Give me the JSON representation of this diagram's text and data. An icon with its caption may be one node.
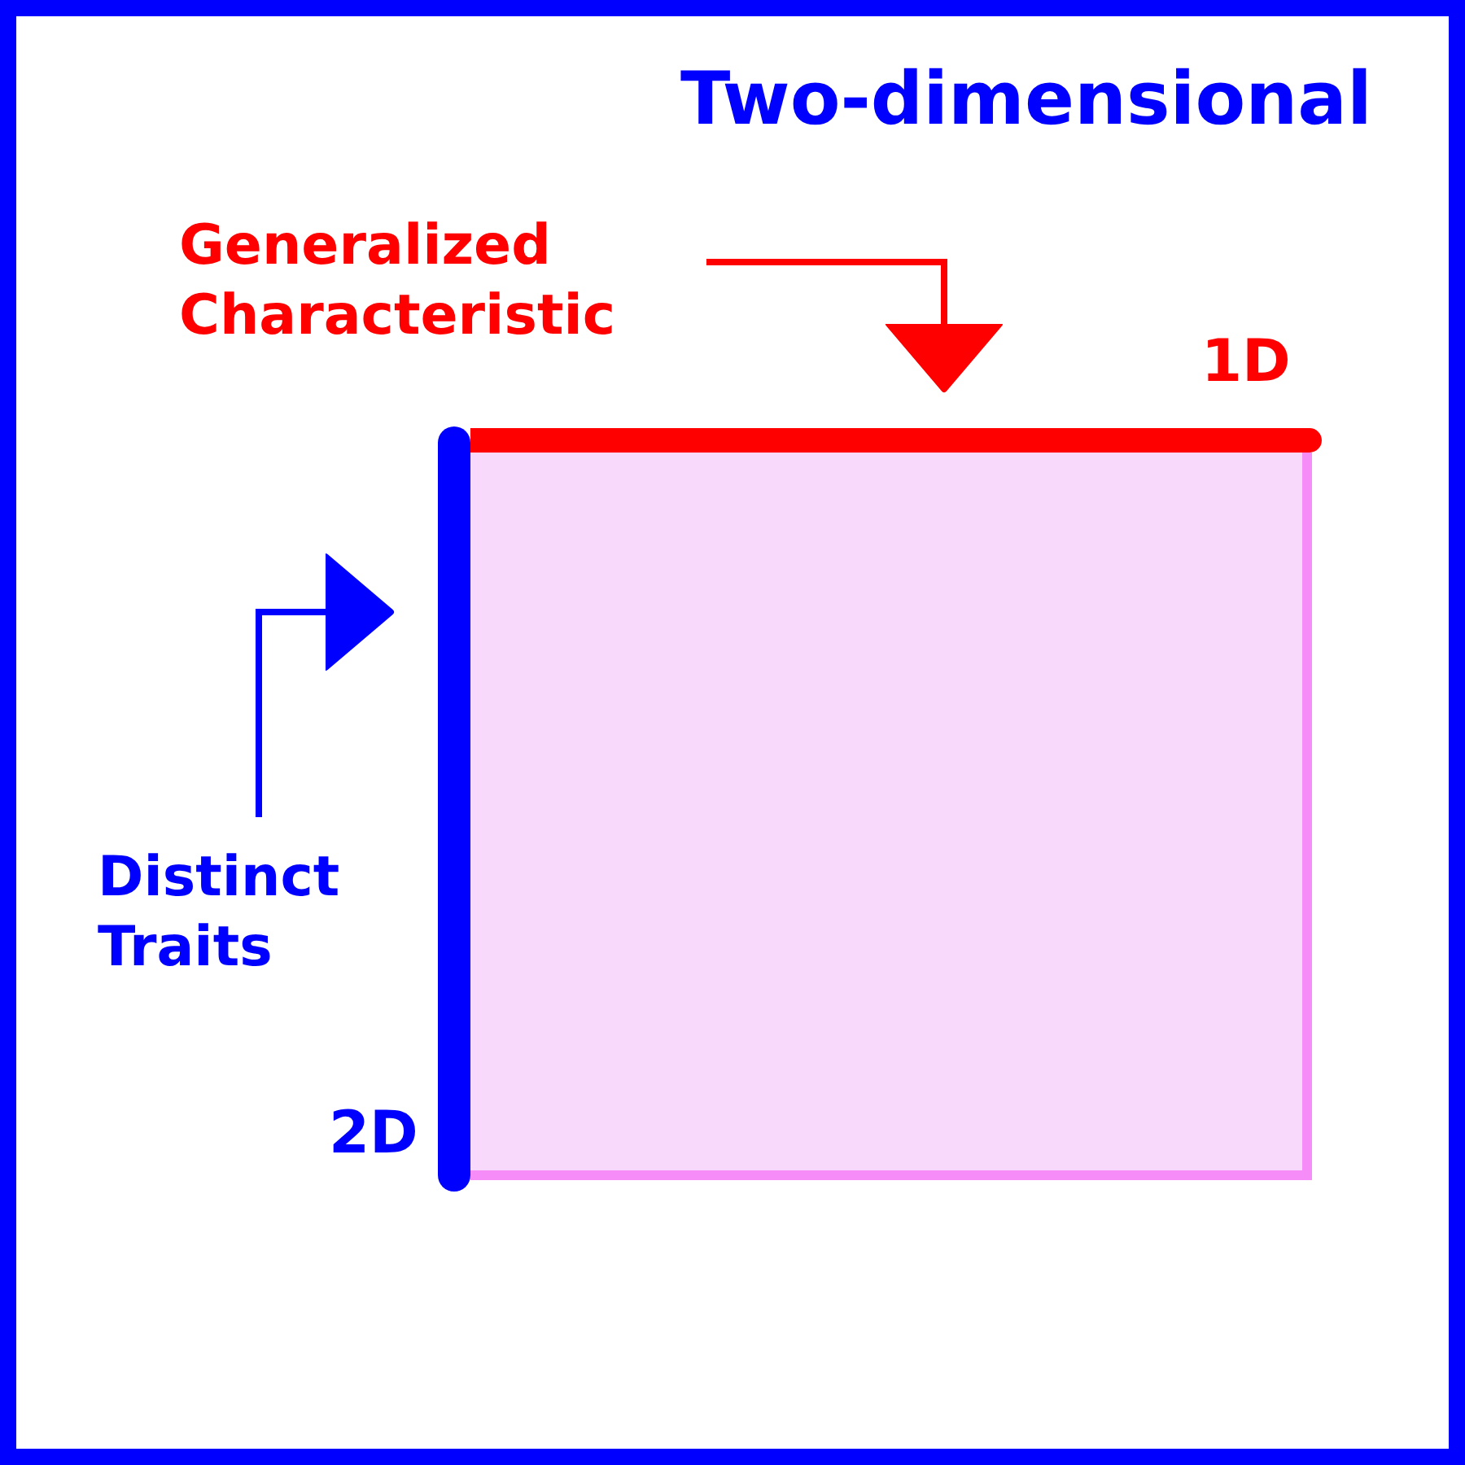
{
  "diagram": {
    "title": "Two-dimensional",
    "nodes": [
      {
        "text": [
          "Generalized Characteristic"
        ]
      },
      {
        "text": [
          "Distinct Traits"
        ]
      },
      {
        "text": [],
        "shape": "bar",
        "beside": [
          "1D"
        ]
      },
      {
        "text": [],
        "shape": "bar",
        "beside": [
          "2D"
        ]
      },
      {
        "text": [],
        "shape": "box"
      }
    ],
    "edges": [
      {
        "from": 0,
        "to": 2,
        "arrow": "to",
        "color": "#ff0000"
      },
      {
        "from": 1,
        "to": 3,
        "arrow": "to",
        "color": "#0000ff"
      }
    ]
  }
}
